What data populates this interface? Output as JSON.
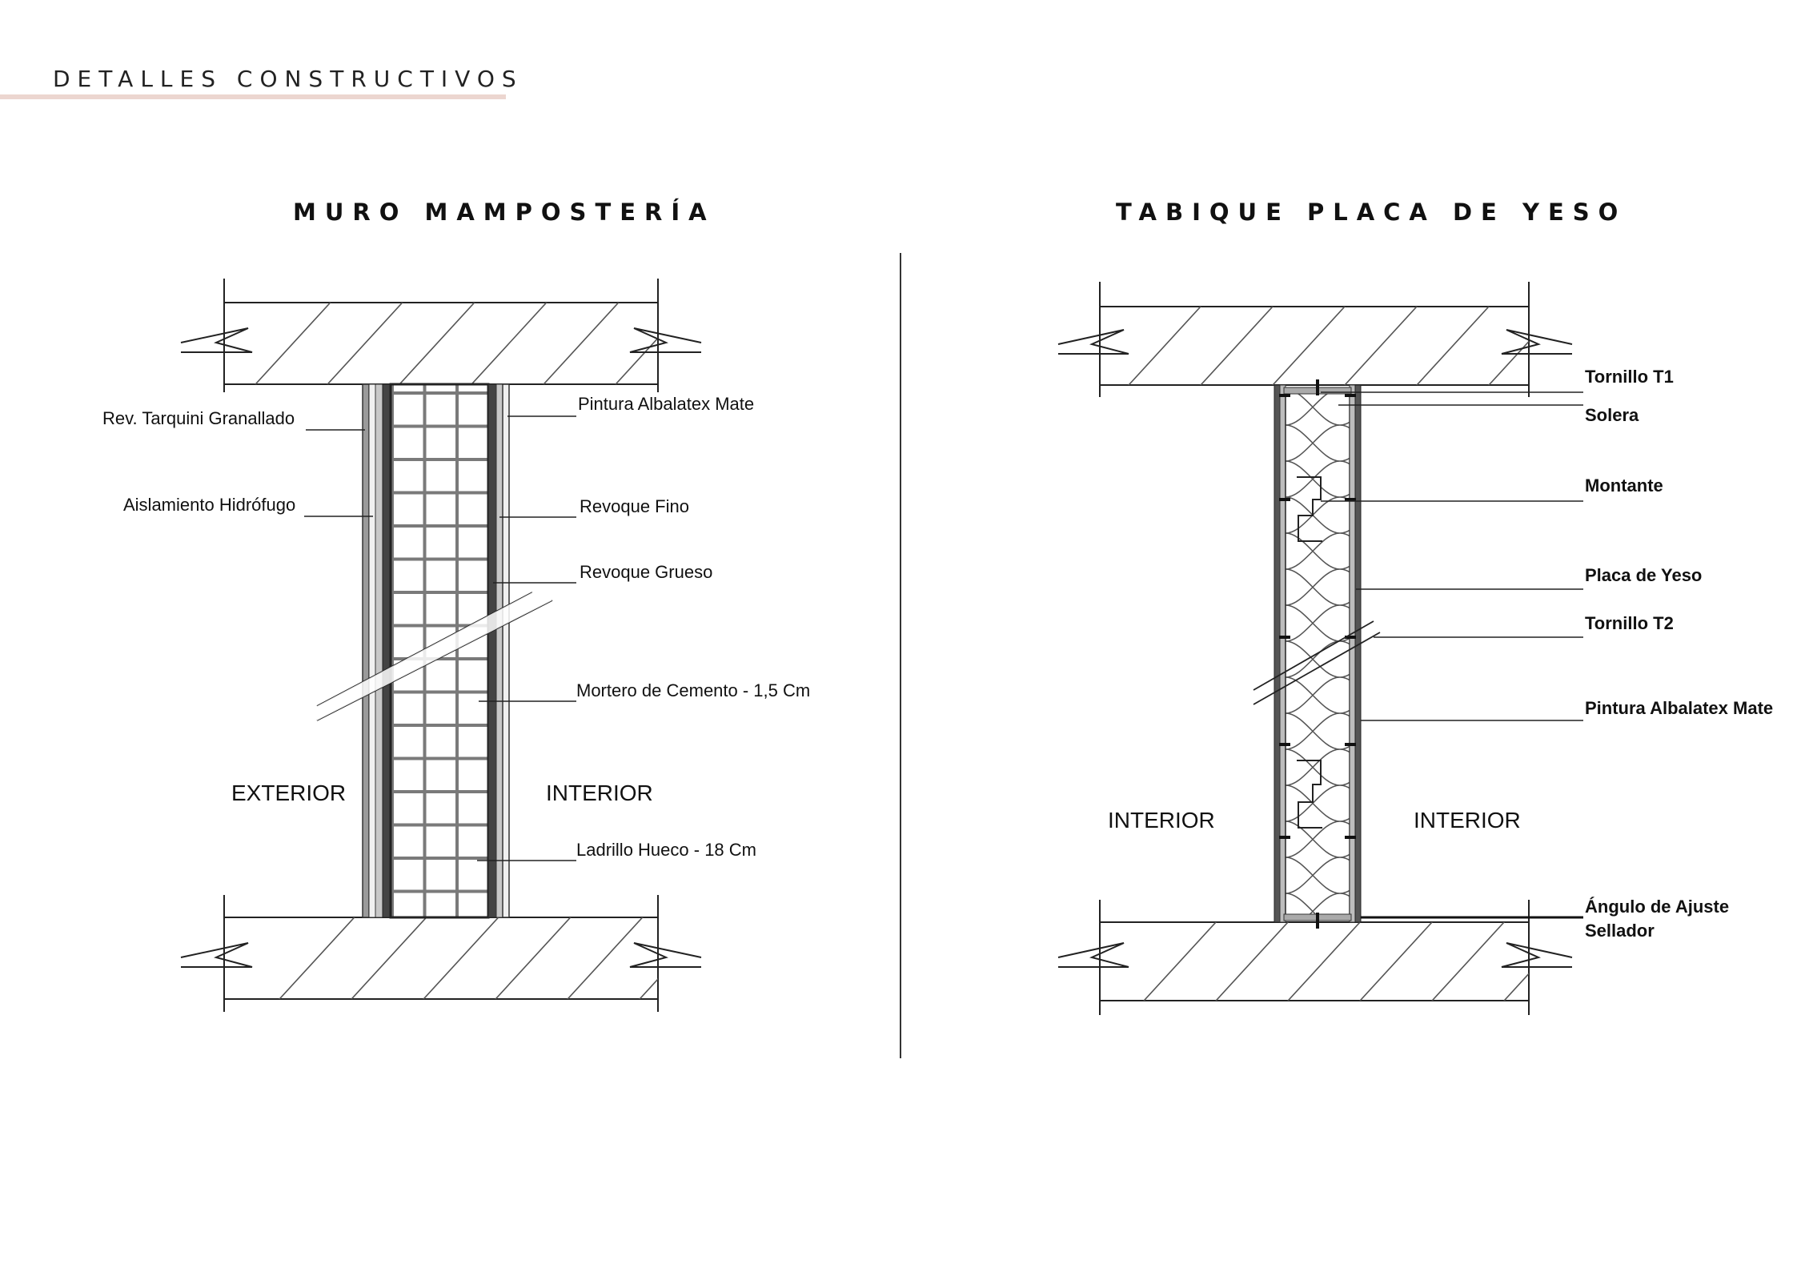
{
  "header": {
    "title": "DETALLES CONSTRUCTIVOS"
  },
  "masonry": {
    "title": "MURO MAMPOSTERÍA",
    "side_left": "EXTERIOR",
    "side_right": "INTERIOR",
    "labels": {
      "tarquini": "Rev. Tarquini Granallado",
      "aislamiento": "Aislamiento Hidrófugo",
      "pintura": "Pintura Albalatex Mate",
      "revoque_fino": "Revoque Fino",
      "revoque_grueso": "Revoque Grueso",
      "mortero": "Mortero de Cemento - 1,5 Cm",
      "ladrillo": "Ladrillo Hueco - 18 Cm"
    }
  },
  "drywall": {
    "title": "TABIQUE PLACA DE YESO",
    "side_left": "INTERIOR",
    "side_right": "INTERIOR",
    "labels": {
      "tornillo_t1": "Tornillo T1",
      "solera": "Solera",
      "montante": "Montante",
      "placa": "Placa de Yeso",
      "tornillo_t2": "Tornillo T2",
      "pintura": "Pintura Albalatex Mate",
      "angulo": "Ángulo de Ajuste",
      "sellador": "Sellador"
    }
  }
}
